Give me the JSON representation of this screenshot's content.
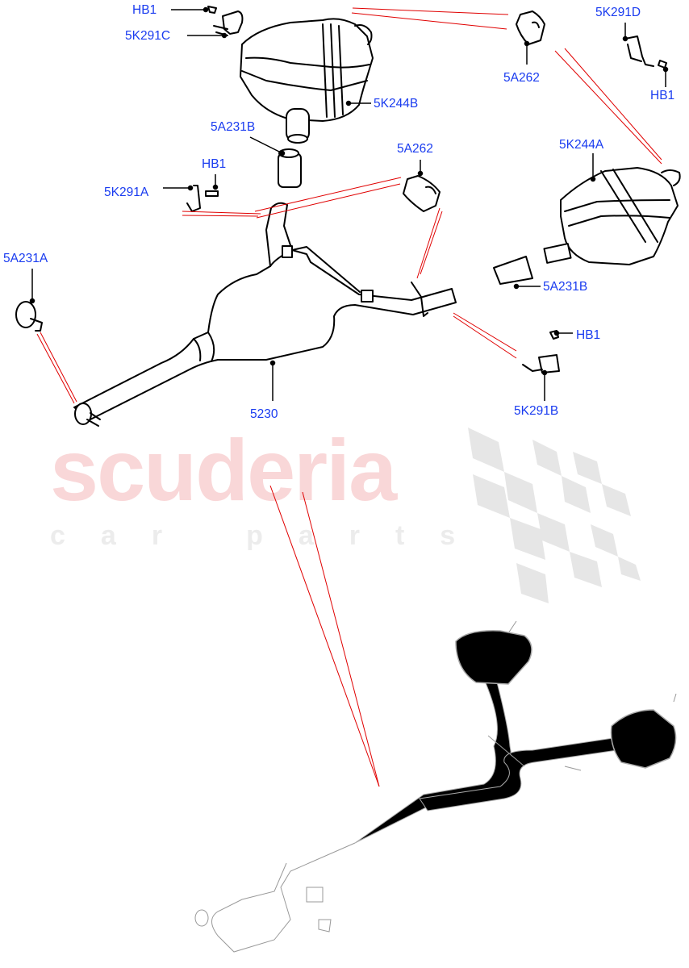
{
  "diagram": {
    "type": "exhaust-system-parts-diagram",
    "colors": {
      "label": "#1a3cf0",
      "leader": "#000000",
      "reference_line": "#e00000",
      "watermark_primary": "#f9d7d8",
      "watermark_secondary": "#ececec"
    },
    "watermark": {
      "brand": "scuderia",
      "tagline": "c a r p a r t s"
    },
    "labels": [
      {
        "id": "hb1-top-left",
        "text": "HB1"
      },
      {
        "id": "5k291c",
        "text": "5K291C"
      },
      {
        "id": "5k244b",
        "text": "5K244B"
      },
      {
        "id": "5a262-top",
        "text": "5A262"
      },
      {
        "id": "5k291d",
        "text": "5K291D"
      },
      {
        "id": "hb1-top-right",
        "text": "HB1"
      },
      {
        "id": "5a231b-upper",
        "text": "5A231B"
      },
      {
        "id": "5a262-mid",
        "text": "5A262"
      },
      {
        "id": "5k244a",
        "text": "5K244A"
      },
      {
        "id": "hb1-mid-left",
        "text": "HB1"
      },
      {
        "id": "5k291a",
        "text": "5K291A"
      },
      {
        "id": "5a231a",
        "text": "5A231A"
      },
      {
        "id": "5a231b-lower",
        "text": "5A231B"
      },
      {
        "id": "hb1-mid-right",
        "text": "HB1"
      },
      {
        "id": "5k291b",
        "text": "5K291B"
      },
      {
        "id": "5230",
        "text": "5230"
      }
    ]
  }
}
